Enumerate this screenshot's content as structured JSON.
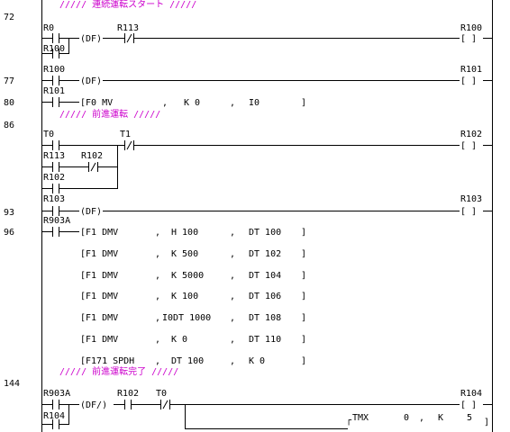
{
  "colors": {
    "comment": "#cc00cc",
    "line": "#000000",
    "background": "#ffffff"
  },
  "comments": [
    {
      "text": "/////  連続運転スタート          /////"
    },
    {
      "text": "/////  前進運転          /////"
    },
    {
      "text": "/////  前進運転完了          /////"
    }
  ],
  "steps": [
    "72",
    "77",
    "80",
    "86",
    "93",
    "96",
    "144"
  ],
  "contacts": [
    "R0",
    "R100",
    "R113",
    "R100",
    "R101",
    "T0",
    "T1",
    "R113",
    "R102",
    "R102",
    "R103",
    "R903A",
    "R102",
    "T0",
    "R104"
  ],
  "coils": [
    "R100",
    "R101",
    "R102",
    "R103",
    "R104"
  ],
  "df_labels": [
    "(DF)",
    "(DF)",
    "(DF)",
    "(DF/)"
  ],
  "instructions": [
    {
      "op": "[F0 MV",
      "a1": ",",
      "a2": "K 0",
      "s2": ",",
      "a3": "I0",
      "end": "]"
    },
    {
      "op": "[F1 DMV",
      "a1": ",",
      "a2": "H 100",
      "s2": ",",
      "a3": "DT 100",
      "end": "]"
    },
    {
      "op": "[F1 DMV",
      "a1": ",",
      "a2": "K 500",
      "s2": ",",
      "a3": "DT 102",
      "end": "]"
    },
    {
      "op": "[F1 DMV",
      "a1": ",",
      "a2": "K 5000",
      "s2": ",",
      "a3": "DT 104",
      "end": "]"
    },
    {
      "op": "[F1 DMV",
      "a1": ",",
      "a2": "K 100",
      "s2": ",",
      "a3": "DT 106",
      "end": "]"
    },
    {
      "op": "[F1 DMV",
      "a1": ",",
      "a2": "I0DT 1000",
      "s2": ",",
      "a3": "DT 108",
      "end": "]"
    },
    {
      "op": "[F1 DMV",
      "a1": ",",
      "a2": "K 0",
      "s2": ",",
      "a3": "DT 110",
      "end": "]"
    },
    {
      "op": "[F171 SPDH",
      "a1": ",",
      "a2": "DT 100",
      "s2": ",",
      "a3": "K 0",
      "end": "]"
    }
  ],
  "timer": {
    "op": "TMX",
    "a1": "0",
    "s1": ",",
    "a2": "K",
    "a3": "5",
    "end": "]"
  }
}
